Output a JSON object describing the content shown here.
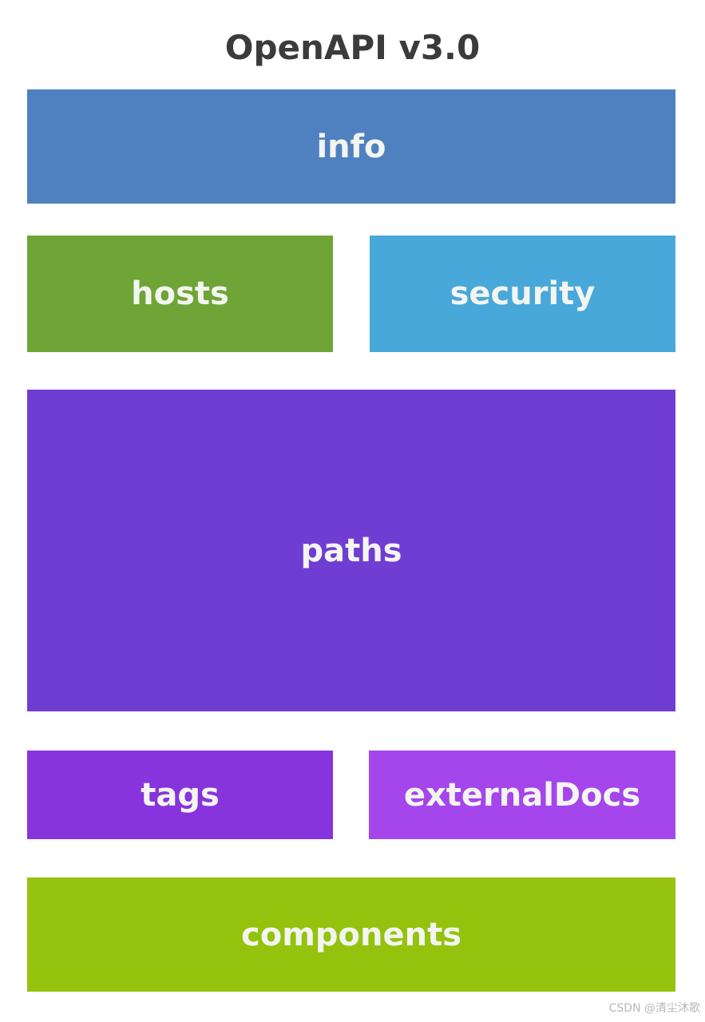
{
  "title": "OpenAPI v3.0",
  "blocks": {
    "info": {
      "label": "info",
      "color": "#4f81c1"
    },
    "hosts": {
      "label": "hosts",
      "color": "#6ea536"
    },
    "security": {
      "label": "security",
      "color": "#48a8da"
    },
    "paths": {
      "label": "paths",
      "color": "#703dd3"
    },
    "tags": {
      "label": "tags",
      "color": "#8734dc"
    },
    "externalDocs": {
      "label": "externalDocs",
      "color": "#a545ec"
    },
    "components": {
      "label": "components",
      "color": "#94c20d"
    }
  },
  "watermark": "CSDN @清尘沐歌"
}
